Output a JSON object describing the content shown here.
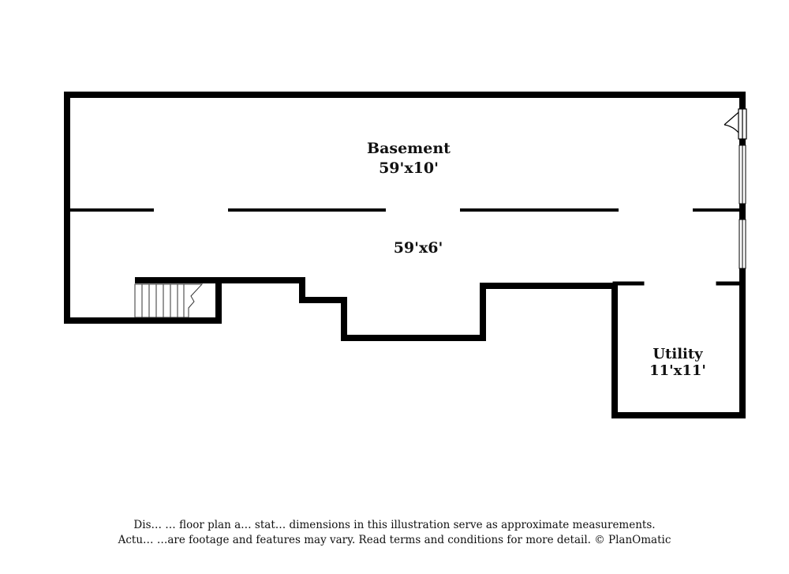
{
  "rooms": [
    {
      "name": "Basement",
      "dimensions": "59'x10'"
    },
    {
      "name": "",
      "dimensions": "59'x6'"
    },
    {
      "name": "Utility",
      "dimensions": "11'x11'"
    }
  ],
  "disclaimer": {
    "line1": "Dis… … floor plan a… stat… dimensions in this illustration serve as approximate measurements.",
    "line2": "Actu… …are footage and features may vary. Read terms and conditions for more detail. © PlanOmatic"
  },
  "colors": {
    "wall": "#000000",
    "text": "#111111",
    "background": "#ffffff"
  }
}
